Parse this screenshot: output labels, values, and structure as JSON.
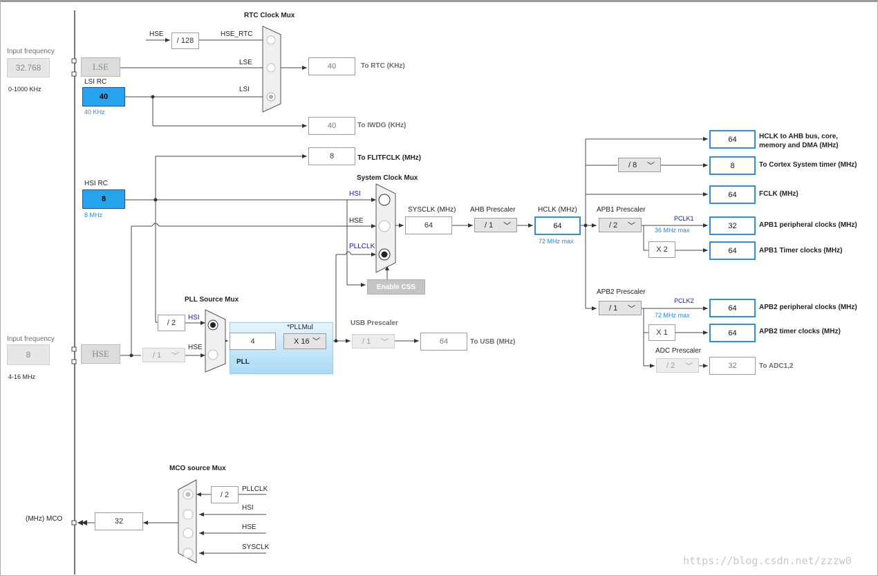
{
  "left_inputs": {
    "lse_input_label": "Input frequency",
    "lse_input_value": "32.768",
    "lse_input_range": "0-1000 KHz",
    "hse_input_label": "Input frequency",
    "hse_input_value": "8",
    "hse_input_range": "4-16 MHz",
    "mco_label": "(MHz) MCO",
    "mco_value": "32"
  },
  "oscillators": {
    "lse": "LSE",
    "lsi_title": "LSI RC",
    "lsi_value": "40",
    "lsi_sub": "40 KHz",
    "hsi_title": "HSI RC",
    "hsi_value": "8",
    "hsi_sub": "8 MHz",
    "hse": "HSE"
  },
  "rtc": {
    "mux_title": "RTC Clock Mux",
    "hse_in": "HSE",
    "div": "/ 128",
    "hse_rtc": "HSE_RTC",
    "lse_line": "LSE",
    "lsi_line": "LSI",
    "rtc_value": "40",
    "rtc_label": "To RTC (KHz)",
    "iwdg_value": "40",
    "iwdg_label": "To IWDG (KHz)",
    "flit_value": "8",
    "flit_label": "To FLITFCLK (MHz)"
  },
  "sysmux": {
    "title": "System Clock Mux",
    "hsi": "HSI",
    "hse": "HSE",
    "pllclk": "PLLCLK",
    "enable_css": "Enable CSS"
  },
  "pll": {
    "source_mux_title": "PLL Source Mux",
    "hsi_div": "/ 2",
    "hsi": "HSI",
    "hse": "HSE",
    "hse_prediv": "/ 1",
    "mul_label": "*PLLMul",
    "input_value": "4",
    "mul_value": "X 16",
    "pll_label": "PLL"
  },
  "usb": {
    "title": "USB Prescaler",
    "prescaler": "/ 1",
    "value": "64",
    "label": "To USB (MHz)"
  },
  "main_chain": {
    "sysclk_title": "SYSCLK (MHz)",
    "sysclk_value": "64",
    "ahb_title": "AHB Prescaler",
    "ahb_value": "/ 1",
    "hclk_title": "HCLK (MHz)",
    "hclk_value": "64",
    "hclk_max": "72 MHz max"
  },
  "outputs": {
    "hclk_ahb_value": "64",
    "hclk_ahb_label_1": "HCLK to AHB bus, core,",
    "hclk_ahb_label_2": "memory and DMA (MHz)",
    "cortex_div": "/ 8",
    "cortex_value": "8",
    "cortex_label": "To Cortex System timer (MHz)",
    "fclk_value": "64",
    "fclk_label": "FCLK (MHz)",
    "apb1_title": "APB1 Prescaler",
    "apb1_value": "/ 2",
    "pclk1": "PCLK1",
    "pclk1_max": "36 MHz max",
    "apb1_periph_value": "32",
    "apb1_periph_label": "APB1 peripheral clocks (MHz)",
    "apb1_timer_mult": "X 2",
    "apb1_timer_value": "64",
    "apb1_timer_label": "APB1 Timer clocks (MHz)",
    "apb2_title": "APB2 Prescaler",
    "apb2_value": "/ 1",
    "pclk2": "PCLK2",
    "pclk2_max": "72 MHz max",
    "apb2_periph_value": "64",
    "apb2_periph_label": "APB2 peripheral clocks (MHz)",
    "apb2_timer_mult": "X 1",
    "apb2_timer_value": "64",
    "apb2_timer_label": "APB2 timer clocks (MHz)",
    "adc_title": "ADC Prescaler",
    "adc_value": "/ 2",
    "adc_out_value": "32",
    "adc_label": "To ADC1,2"
  },
  "mco": {
    "title": "MCO source Mux",
    "pll_div": "/ 2",
    "pllclk": "PLLCLK",
    "hsi": "HSI",
    "hse": "HSE",
    "sysclk": "SYSCLK"
  },
  "watermark": "https://blog.csdn.net/zzzw0"
}
